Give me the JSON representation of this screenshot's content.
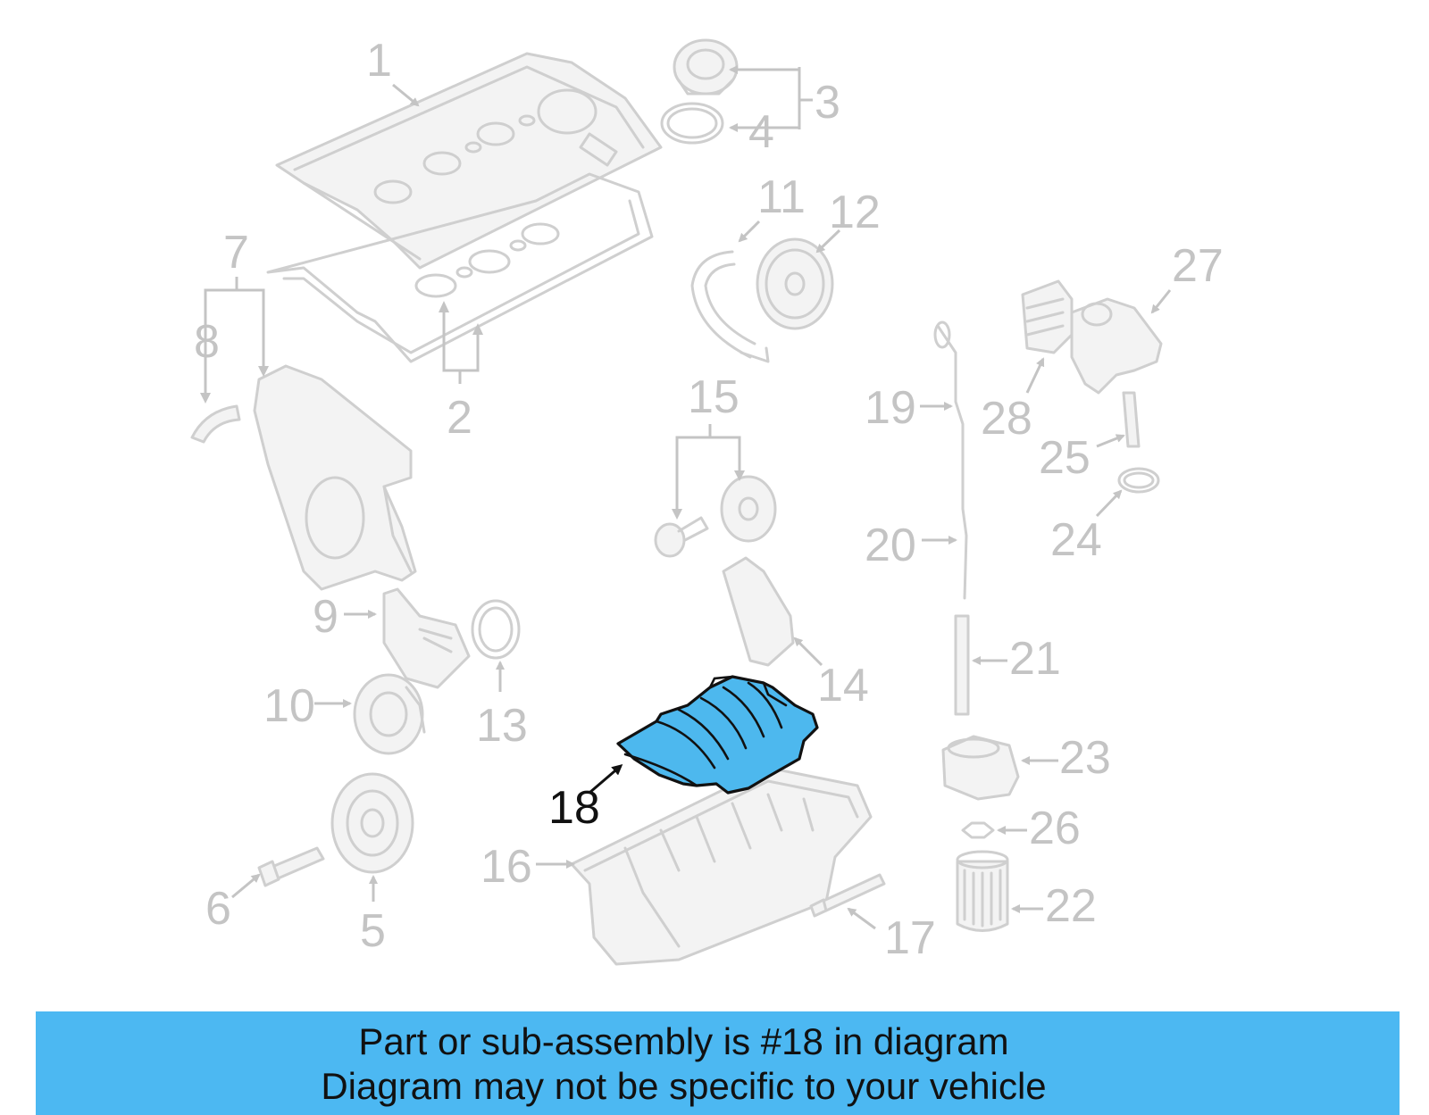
{
  "diagram": {
    "highlighted_part": "18",
    "callouts": [
      "1",
      "2",
      "3",
      "4",
      "5",
      "6",
      "7",
      "8",
      "9",
      "10",
      "11",
      "12",
      "13",
      "14",
      "15",
      "16",
      "17",
      "18",
      "19",
      "20",
      "21",
      "22",
      "23",
      "24",
      "25",
      "26",
      "27",
      "28"
    ]
  },
  "caption": {
    "line1": "Part or sub-assembly is #18 in diagram",
    "line2": "Diagram may not be specific to your vehicle"
  },
  "colors": {
    "highlight": "#4db8ee",
    "caption_bg": "#4cb8f2",
    "ghost_parts": "#cfcfcf"
  }
}
